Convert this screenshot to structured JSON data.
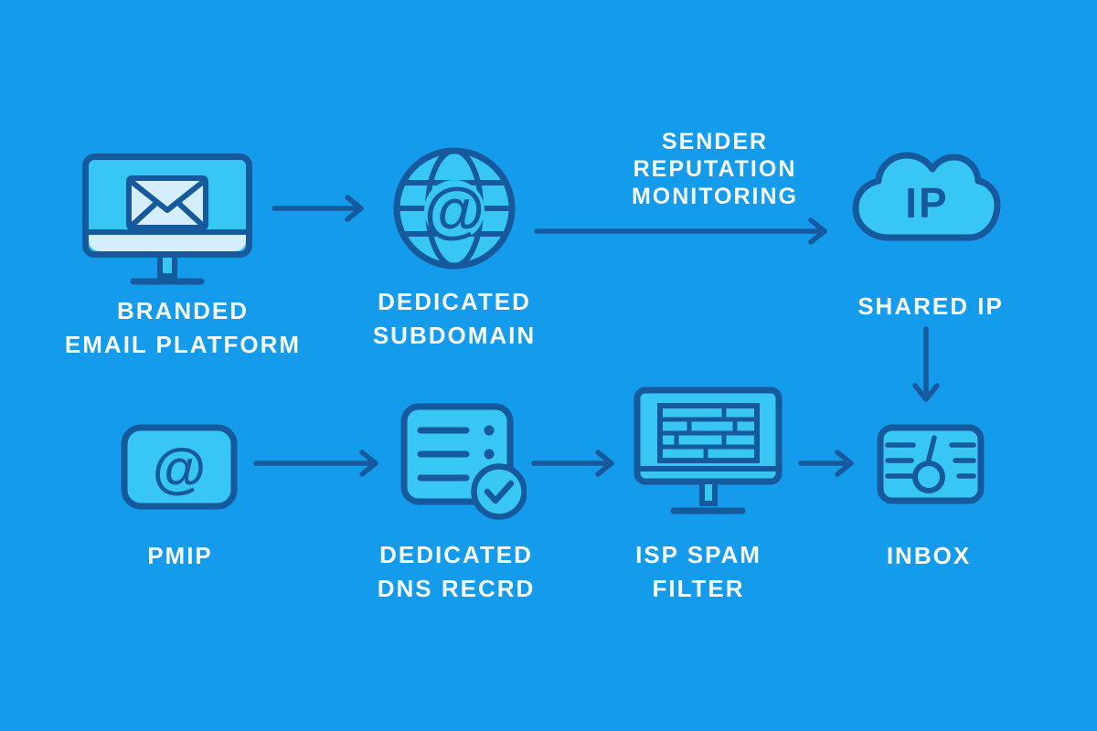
{
  "colors": {
    "background": "#149BEB",
    "icon_fill": "#38C6F4",
    "icon_light_fill": "#D5EEFB",
    "outline": "#16599D",
    "label_text": "#F5FBFE"
  },
  "nodes": [
    {
      "id": "branded-email-platform",
      "icon": "monitor-envelope-icon",
      "label_lines": [
        "BRANDED",
        "EMAIL PLATFORM"
      ]
    },
    {
      "id": "dedicated-subdomain",
      "icon": "globe-at-icon",
      "glyph": "@",
      "label_lines": [
        "DEDICATED",
        "SUBDOMAIN"
      ]
    },
    {
      "id": "shared-ip",
      "icon": "cloud-ip-icon",
      "glyph": "IP",
      "label_lines": [
        "SHARED IP"
      ]
    },
    {
      "id": "pmip",
      "icon": "at-card-icon",
      "glyph": "@",
      "label_lines": [
        "PMIP"
      ]
    },
    {
      "id": "dedicated-dns-record",
      "icon": "dns-record-checklist-icon",
      "label_lines": [
        "DEDICATED",
        "DNS RECRD"
      ]
    },
    {
      "id": "isp-spam-filter",
      "icon": "firewall-monitor-icon",
      "label_lines": [
        "ISP SPAM",
        "FILTER"
      ]
    },
    {
      "id": "inbox",
      "icon": "inbox-gauge-icon",
      "label_lines": [
        "INBOX"
      ]
    }
  ],
  "annotations": [
    {
      "id": "sender-reputation-monitoring",
      "lines": [
        "SENDER",
        "REPUTATION",
        "MONITORING"
      ]
    }
  ],
  "connections": [
    {
      "from": "branded-email-platform",
      "to": "dedicated-subdomain"
    },
    {
      "from": "dedicated-subdomain",
      "to": "shared-ip",
      "label": "SENDER REPUTATION MONITORING"
    },
    {
      "from": "shared-ip",
      "to": "inbox"
    },
    {
      "from": "pmip",
      "to": "dedicated-dns-record"
    },
    {
      "from": "dedicated-dns-record",
      "to": "isp-spam-filter"
    },
    {
      "from": "isp-spam-filter",
      "to": "inbox"
    }
  ]
}
